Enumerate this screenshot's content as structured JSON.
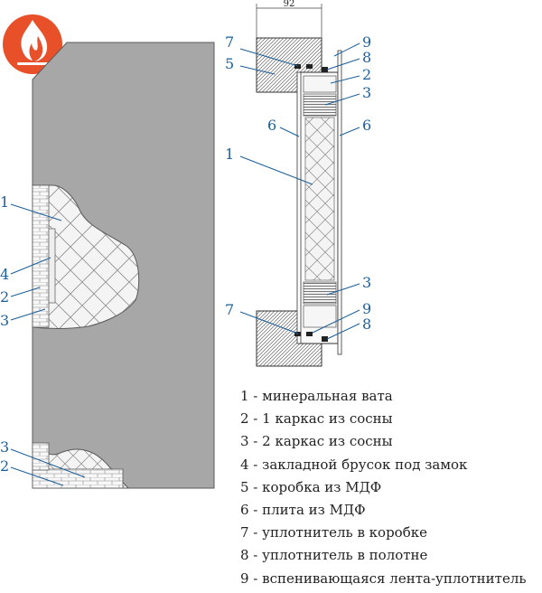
{
  "colors": {
    "door_fill": "#a7a7a7",
    "door_stroke": "#5a5a5a",
    "callout_blue": "#1b5e99",
    "fire_badge": "#e8502a"
  },
  "icons": {
    "badge": "fire-flame-icon"
  },
  "dimension": {
    "frame_width": "92"
  },
  "front_view_callouts": {
    "upper_1": "1",
    "upper_4": "4",
    "upper_2": "2",
    "upper_3": "3",
    "lower_3": "3",
    "lower_2": "2"
  },
  "section_callouts": {
    "top_7": "7",
    "top_5": "5",
    "top_9": "9",
    "top_8": "8",
    "top_2": "2",
    "top_3": "3",
    "left_6": "6",
    "right_6": "6",
    "left_1": "1",
    "bottom_3": "3",
    "bottom_7": "7",
    "bottom_9": "9",
    "bottom_8": "8"
  },
  "legend": [
    "1 - минеральная вата",
    "2 - 1 каркас из сосны",
    "3 - 2 каркас из сосны",
    "4 - закладной брусок под замок",
    "5 - коробка из МДФ",
    "6 - плита из МДФ",
    "7 - уплотнитель в коробке",
    "8 - уплотнитель в полотне",
    "9 - вспенивающаяся лента-уплотнитель"
  ]
}
